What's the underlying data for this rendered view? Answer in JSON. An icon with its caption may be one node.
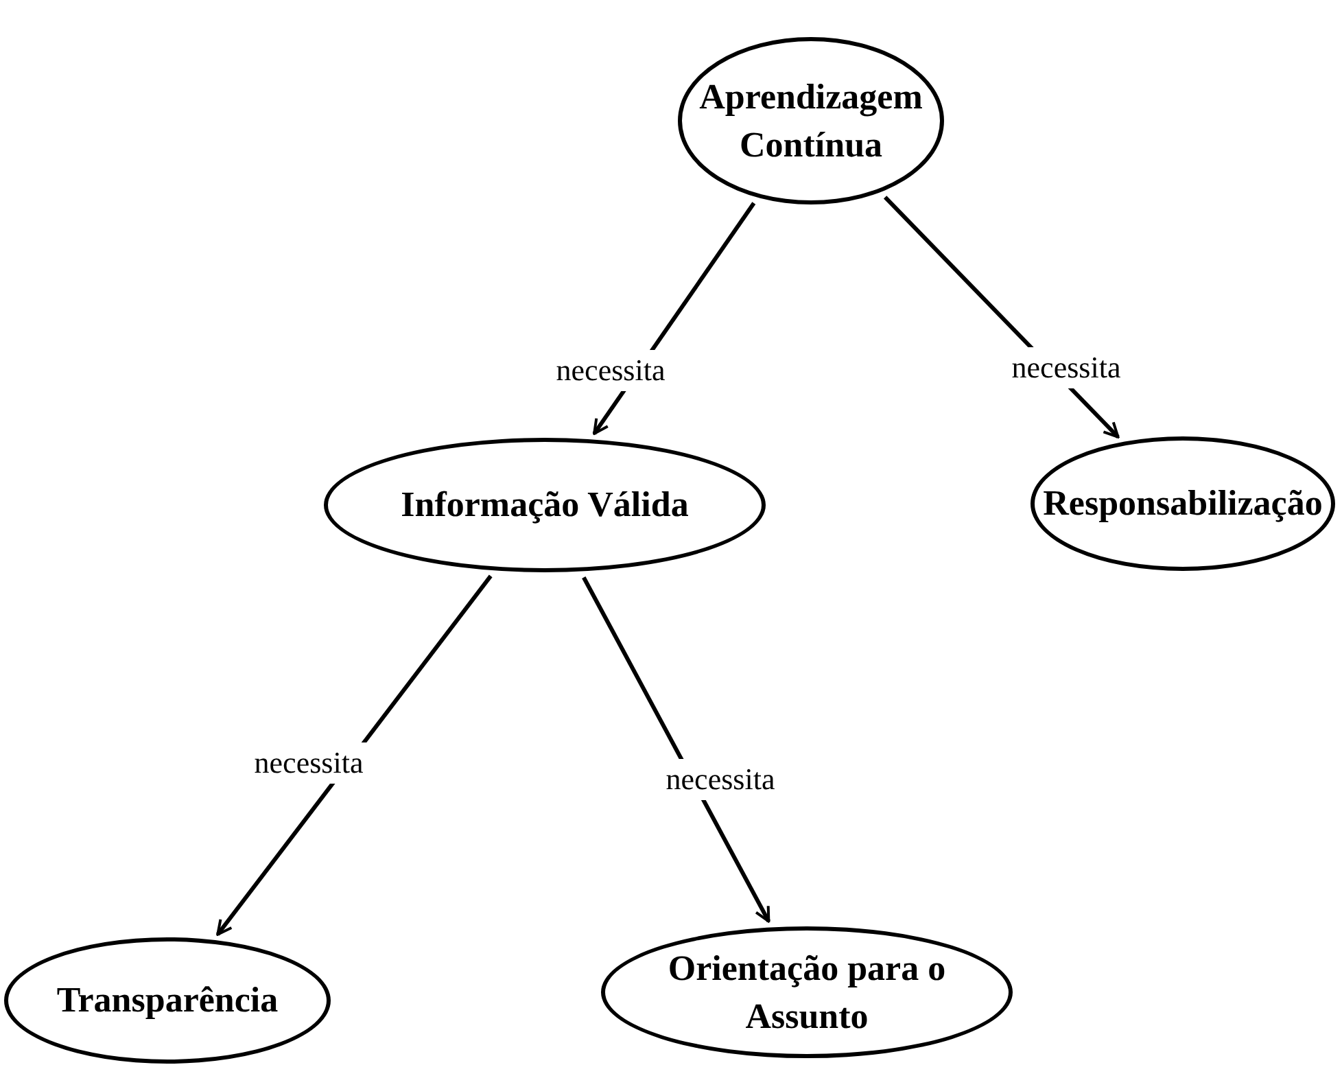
{
  "diagram": {
    "nodes": [
      {
        "text": [
          "Aprendizagem Contínua"
        ]
      },
      {
        "text": [
          "Informação Válida"
        ]
      },
      {
        "text": [
          "Responsabilização"
        ]
      },
      {
        "text": [
          "Transparência"
        ]
      },
      {
        "text": [
          "Orientação para o Assunto"
        ]
      }
    ],
    "edges": [
      {
        "from": 0,
        "to": 1,
        "arrow": "to",
        "label": "necessita"
      },
      {
        "from": 0,
        "to": 2,
        "arrow": "to",
        "label": "necessita"
      },
      {
        "from": 1,
        "to": 3,
        "arrow": "to",
        "label": "necessita"
      },
      {
        "from": 1,
        "to": 4,
        "arrow": "to",
        "label": "necessita"
      }
    ]
  }
}
